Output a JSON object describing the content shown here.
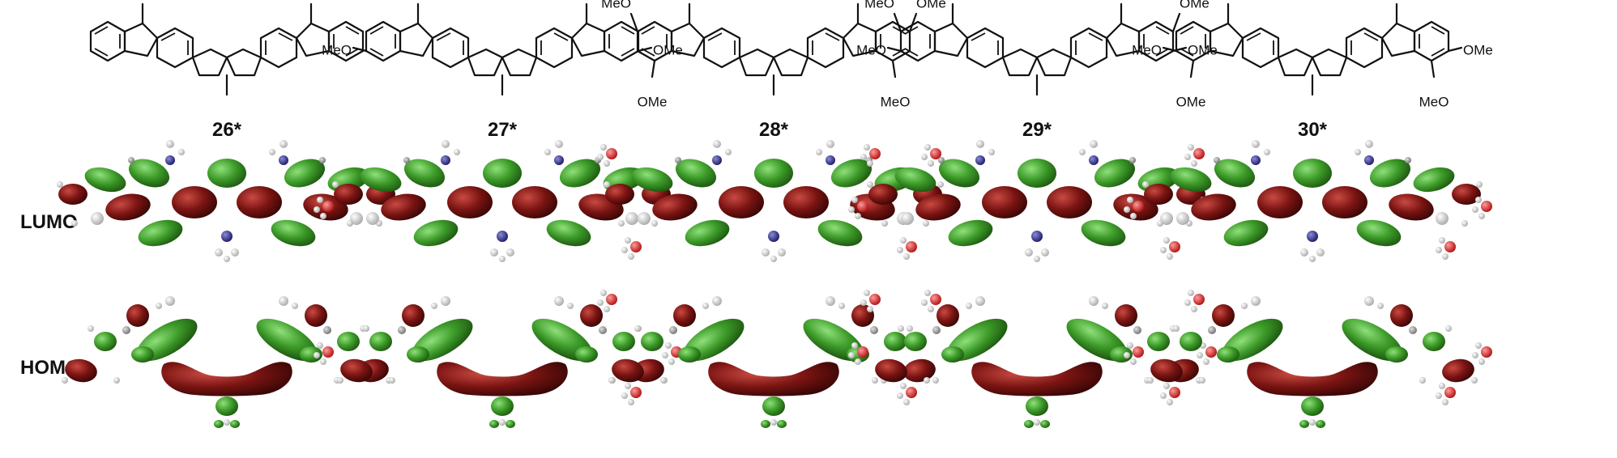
{
  "rows": {
    "lumo": "LUMO",
    "homo": "HOMO"
  },
  "compounds": [
    {
      "label": "26*",
      "substituents": {
        "outer_top_left": "",
        "outer_top_right": "",
        "outer_left": "",
        "outer_right": "",
        "outer_bottom_left": "",
        "outer_bottom_right": ""
      }
    },
    {
      "label": "27*",
      "substituents": {
        "outer_top_left": "",
        "outer_top_right": "",
        "outer_left": "MeO",
        "outer_right": "OMe",
        "outer_bottom_left": "",
        "outer_bottom_right": ""
      }
    },
    {
      "label": "28*",
      "substituents": {
        "outer_top_left": "MeO",
        "outer_top_right": "OMe",
        "outer_left": "",
        "outer_right": "",
        "outer_bottom_left": "OMe",
        "outer_bottom_right": "MeO"
      }
    },
    {
      "label": "29*",
      "substituents": {
        "outer_top_left": "MeO",
        "outer_top_right": "OMe",
        "outer_left": "MeO",
        "outer_right": "OMe",
        "outer_bottom_left": "",
        "outer_bottom_right": ""
      }
    },
    {
      "label": "30*",
      "substituents": {
        "outer_top_left": "",
        "outer_top_right": "",
        "outer_left": "MeO",
        "outer_right": "OMe",
        "outer_bottom_left": "OMe",
        "outer_bottom_right": "MeO"
      }
    }
  ],
  "colors": {
    "lobe_positive": "#2f8a1d",
    "lobe_negative": "#7a1412",
    "hydrogen": "#e6e6e6",
    "carbon": "#9a9a9a",
    "nitrogen": "#2a2a8a",
    "oxygen": "#d42020"
  }
}
